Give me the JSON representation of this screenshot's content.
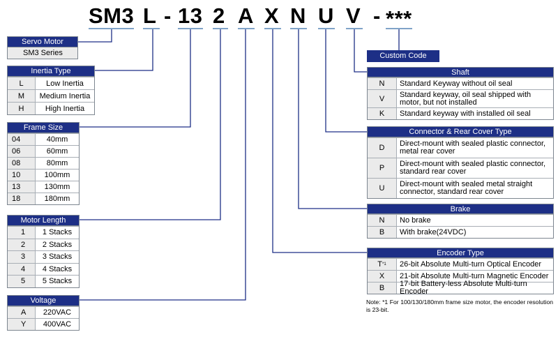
{
  "model_code": {
    "segments": [
      "SM3",
      "L",
      "-",
      "13",
      "2",
      "A",
      "X",
      "N",
      "U",
      "V",
      "-",
      "***"
    ]
  },
  "servo_motor": {
    "title": "Servo Motor",
    "value": "SM3 Series"
  },
  "inertia_type": {
    "title": "Inertia Type",
    "rows": [
      {
        "code": "L",
        "desc": "Low Inertia"
      },
      {
        "code": "M",
        "desc": "Medium Inertia"
      },
      {
        "code": "H",
        "desc": "High Inertia"
      }
    ]
  },
  "frame_size": {
    "title": "Frame Size",
    "rows": [
      {
        "code": "04",
        "desc": "40mm"
      },
      {
        "code": "06",
        "desc": "60mm"
      },
      {
        "code": "08",
        "desc": "80mm"
      },
      {
        "code": "10",
        "desc": "100mm"
      },
      {
        "code": "13",
        "desc": "130mm"
      },
      {
        "code": "18",
        "desc": "180mm"
      }
    ]
  },
  "motor_length": {
    "title": "Motor Length",
    "rows": [
      {
        "code": "1",
        "desc": "1 Stacks"
      },
      {
        "code": "2",
        "desc": "2 Stacks"
      },
      {
        "code": "3",
        "desc": "3 Stacks"
      },
      {
        "code": "4",
        "desc": "4 Stacks"
      },
      {
        "code": "5",
        "desc": "5 Stacks"
      }
    ]
  },
  "voltage": {
    "title": "Voltage",
    "rows": [
      {
        "code": "A",
        "desc": "220VAC"
      },
      {
        "code": "Y",
        "desc": "400VAC"
      }
    ]
  },
  "custom_code": {
    "title": "Custom Code"
  },
  "shaft": {
    "title": "Shaft",
    "rows": [
      {
        "code": "N",
        "desc": "Standard Keyway without oil seal"
      },
      {
        "code": "V",
        "desc": "Standard keyway, oil seal shipped with motor, but not installed"
      },
      {
        "code": "K",
        "desc": "Standard keyway with installed oil seal"
      }
    ]
  },
  "connector": {
    "title": "Connector & Rear Cover Type",
    "rows": [
      {
        "code": "D",
        "desc": "Direct-mount with sealed plastic connector, metal rear cover"
      },
      {
        "code": "P",
        "desc": "Direct-mount with sealed plastic connector, standard rear cover"
      },
      {
        "code": "U",
        "desc": "Direct-mount with sealed metal straight connector, standard rear cover"
      }
    ]
  },
  "brake": {
    "title": "Brake",
    "rows": [
      {
        "code": "N",
        "desc": "No brake"
      },
      {
        "code": "B",
        "desc": "With brake(24VDC)"
      }
    ]
  },
  "encoder": {
    "title": "Encoder Type",
    "rows": [
      {
        "code": "T",
        "sup": "*1",
        "desc": "26-bit Absolute Multi-turn Optical Encoder"
      },
      {
        "code": "X",
        "desc": "21-bit Absolute Multi-turn Magnetic Encoder"
      },
      {
        "code": "B",
        "desc": "17-bit Battery-less Absolute Multi-turn Encoder"
      }
    ]
  },
  "note": "Note: *1 For 100/130/180mm frame size motor, the encoder resolution is 23-bit.",
  "colors": {
    "header": "#1d2f86",
    "code_cell": "#ebebeb",
    "connector_line": "#1d2f86",
    "underline": "#7fa3c8"
  }
}
